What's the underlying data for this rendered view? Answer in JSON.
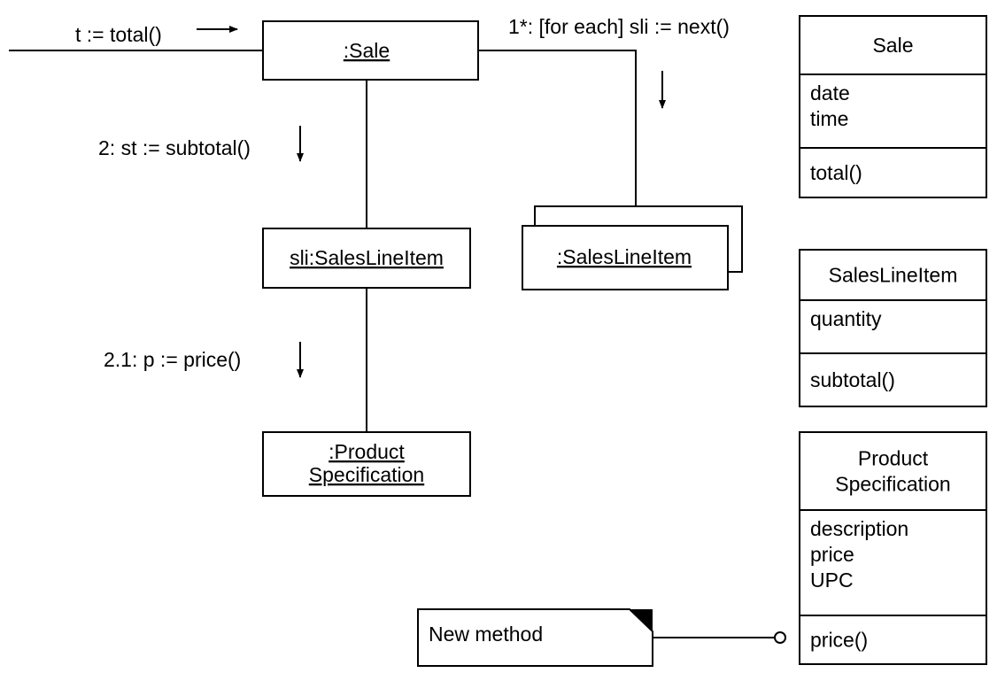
{
  "collaboration": {
    "objects": {
      "sale": ":Sale",
      "sli": "sli:SalesLineItem",
      "multi_sli": ":SalesLineItem",
      "product_spec": [
        ":Product",
        "Specification"
      ]
    },
    "messages": {
      "total": "t := total()",
      "next": "1*: [for each] sli := next()",
      "subtotal": "2: st := subtotal()",
      "price": "2.1: p := price()"
    },
    "note": "New method"
  },
  "classes": [
    {
      "name": [
        "Sale"
      ],
      "attributes": [
        "date",
        "time"
      ],
      "methods": [
        "total()"
      ]
    },
    {
      "name": [
        "SalesLineItem"
      ],
      "attributes": [
        "quantity"
      ],
      "methods": [
        "subtotal()"
      ]
    },
    {
      "name": [
        "Product",
        "Specification"
      ],
      "attributes": [
        "description",
        "price",
        "UPC"
      ],
      "methods": [
        "price()"
      ]
    }
  ]
}
